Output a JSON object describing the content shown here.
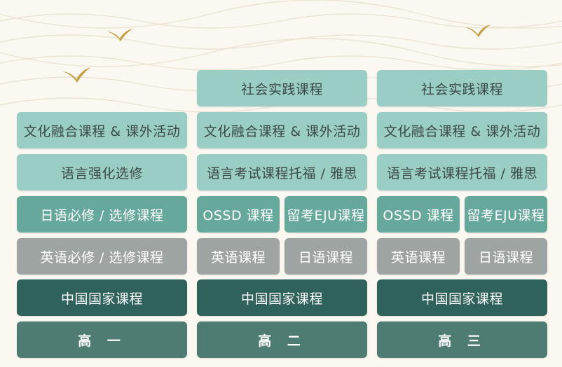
{
  "columns": [
    {
      "rows": {
        "social": "",
        "culture": "文化融合课程 & 课外活动",
        "language": "语言强化选修",
        "jp_elective": "日语必修 / 选修课程",
        "en_elective": "英语必修 / 选修课程",
        "national": "中国国家课程",
        "year": "高 一"
      }
    },
    {
      "rows": {
        "social": "社会实践课程",
        "culture": "文化融合课程 & 课外活动",
        "language": "语言考试课程托福 / 雅思",
        "ossd": "OSSD 课程",
        "eju": "留考EJU课程",
        "english": "英语课程",
        "japanese": "日语课程",
        "national": "中国国家课程",
        "year": "高 二"
      }
    },
    {
      "rows": {
        "social": "社会实践课程",
        "culture": "文化融合课程 & 课外活动",
        "language": "语言考试课程托福 / 雅思",
        "ossd": "OSSD 课程",
        "eju": "留考EJU课程",
        "english": "英语课程",
        "japanese": "日语课程",
        "national": "中国国家课程",
        "year": "高 三"
      }
    }
  ],
  "colors": {
    "background": "#fbf8f1",
    "light_teal": "#9acdc3",
    "mid_teal": "#66a89b",
    "grey": "#9ea4a2",
    "dark_teal": "#2f625b",
    "year_teal": "#4e7c72",
    "bird_gold": "#c9a14a"
  }
}
